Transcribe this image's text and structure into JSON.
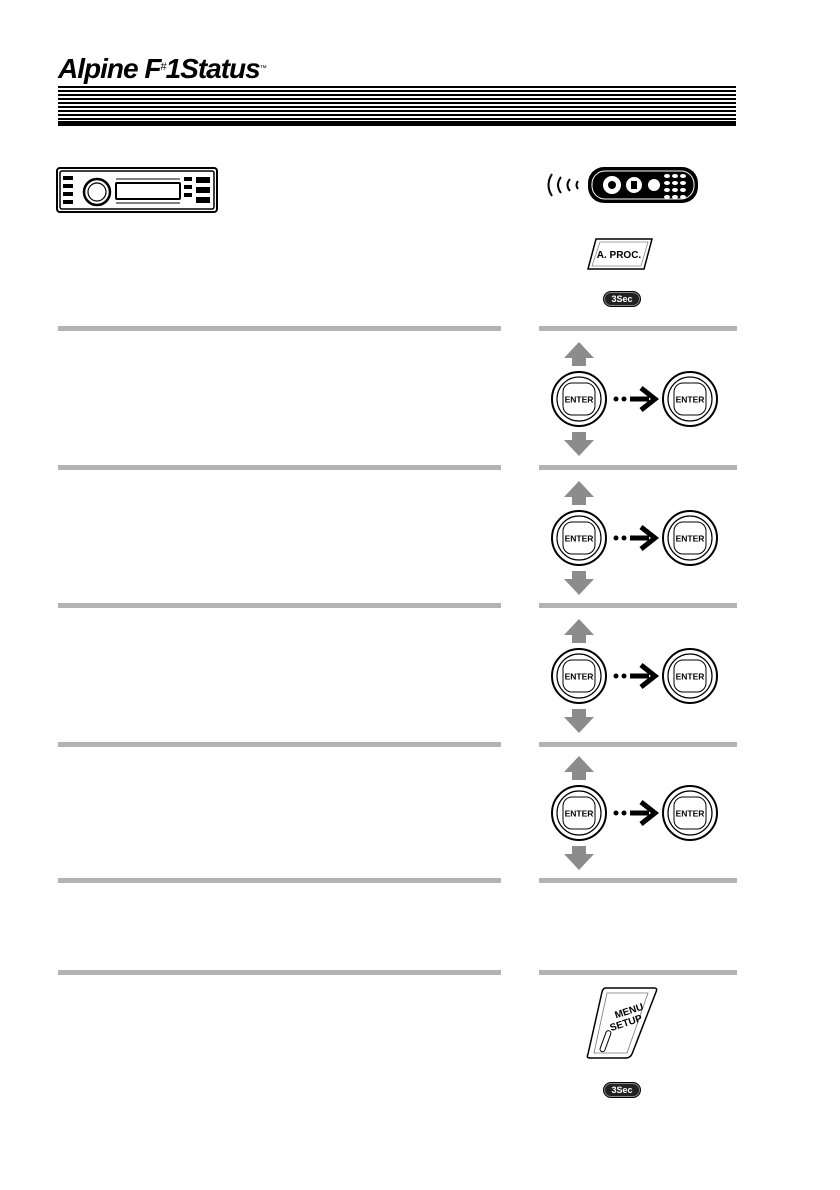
{
  "header": {
    "brand_a": "Alpine F",
    "brand_sup": "#",
    "brand_b": "1Status",
    "trademark": "™"
  },
  "buttons": {
    "a_proc_label": "A. PROC.",
    "hold_badge": "3Sec",
    "menu_label_1": "MENU",
    "menu_label_2": "SETUP",
    "enter_label": "ENTER"
  },
  "steps": [
    {
      "id": 1,
      "has_enter_diagram": true
    },
    {
      "id": 2,
      "has_enter_diagram": true
    },
    {
      "id": 3,
      "has_enter_diagram": true
    },
    {
      "id": 4,
      "has_enter_diagram": true
    },
    {
      "id": 5,
      "has_enter_diagram": false
    },
    {
      "id": 6,
      "has_enter_diagram": false
    }
  ],
  "colors": {
    "rule": "#b3b3b3",
    "arrow_gray": "#8c8c8c"
  }
}
